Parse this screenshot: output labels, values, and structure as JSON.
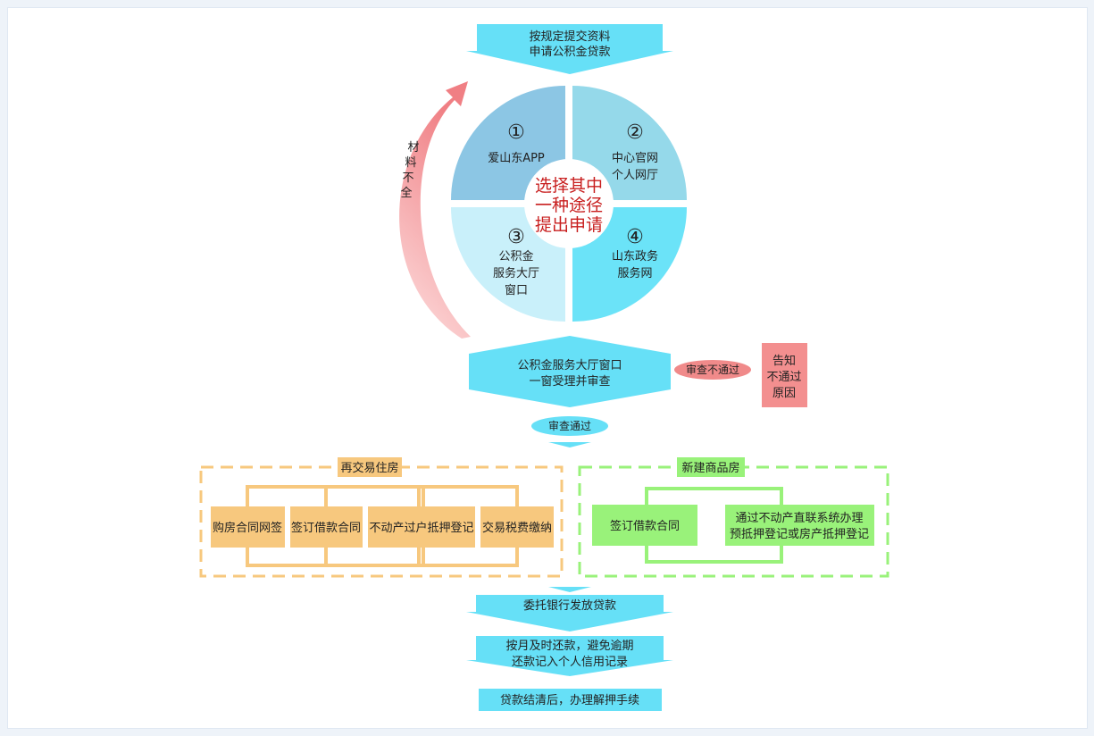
{
  "steps": {
    "submit": [
      "按规定提交资料",
      "申请公积金贷款"
    ],
    "center": [
      "选择其中",
      "一种途径",
      "提出申请"
    ],
    "q1": {
      "num": "①",
      "label": [
        "爱山东APP"
      ]
    },
    "q2": {
      "num": "②",
      "label": [
        "中心官网",
        "个人网厅"
      ]
    },
    "q3": {
      "num": "③",
      "label": [
        "公积金",
        "服务大厅",
        "窗口"
      ]
    },
    "q4": {
      "num": "④",
      "label": [
        "山东政务",
        "服务网"
      ]
    },
    "missing": [
      "材",
      "料",
      "不",
      "全"
    ],
    "review": [
      "公积金服务大厅窗口",
      "一窗受理并审查"
    ],
    "fail_badge": "审查不通过",
    "fail_box": [
      "告知",
      "不通过",
      "原因"
    ],
    "pass_badge": "审查通过",
    "resale": {
      "title": "再交易住房",
      "items": [
        "购房合同网签",
        "签订借款合同",
        "不动产过户抵押登记",
        "交易税费缴纳"
      ]
    },
    "newhouse": {
      "title": "新建商品房",
      "items": [
        [
          "签订借款合同"
        ],
        [
          "通过不动产直联系统办理",
          "预抵押登记或房产抵押登记"
        ]
      ]
    },
    "bank": "委托银行发放贷款",
    "repay": [
      "按月及时还款，避免逾期",
      "还款记入个人信用记录"
    ],
    "release": "贷款结清后，办理解押手续"
  },
  "colors": {
    "cyan": "#66e0f7",
    "q1": "#8cc6e4",
    "q2": "#95d9ea",
    "q3": "#c9f0fa",
    "q4": "#6be3f8",
    "red_text": "#c81e1e",
    "pink": "#f08a8a",
    "salmon": "#f38f8f",
    "orange": "#f7c87e",
    "green": "#99f27a"
  }
}
